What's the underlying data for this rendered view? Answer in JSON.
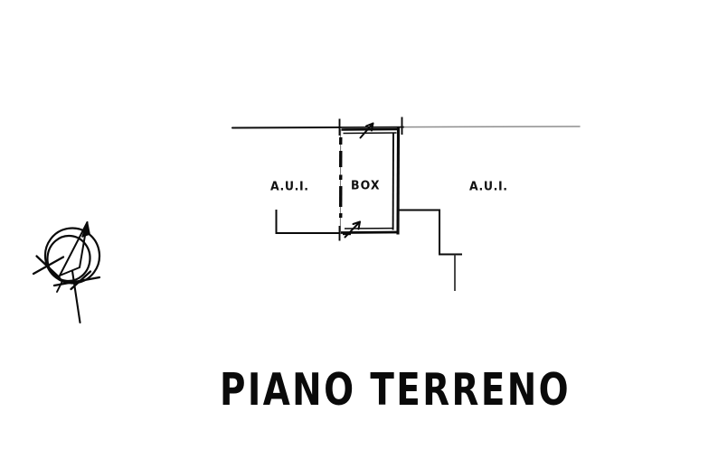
{
  "document": {
    "kind": "architectural-floor-plan",
    "language": "it",
    "background_color": "#ffffff",
    "ink_color": "#0a0a0a"
  },
  "title": {
    "text": "PIANO TERRENO"
  },
  "rooms": [
    {
      "id": "aui-left",
      "label": "A.U.I."
    },
    {
      "id": "box",
      "label": "BOX"
    },
    {
      "id": "aui-right",
      "label": "A.U.I."
    }
  ],
  "compass": {
    "name": "north-arrow",
    "label": ""
  }
}
